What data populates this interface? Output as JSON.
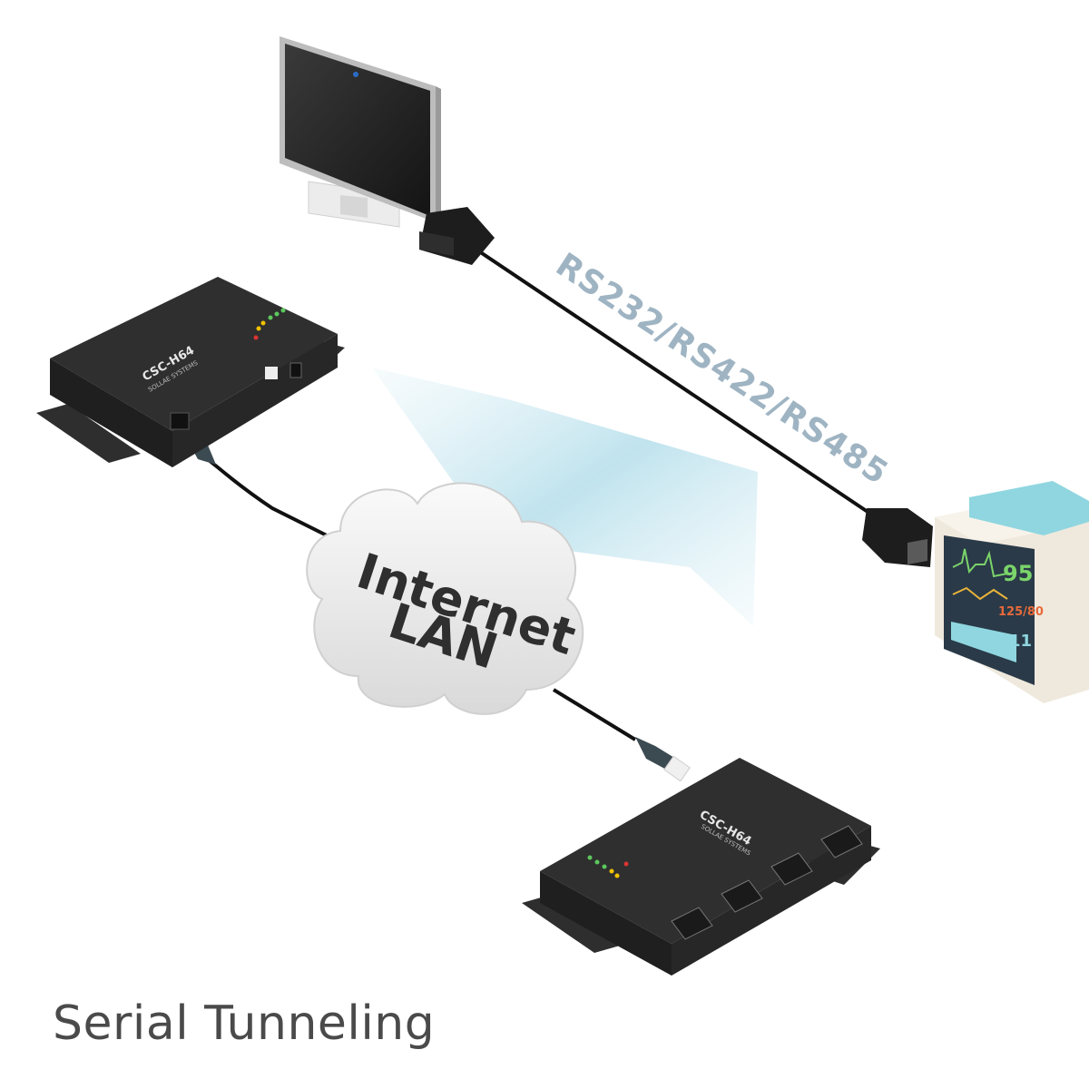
{
  "caption": "Serial Tunneling",
  "cloud": {
    "line1": "Internet",
    "line2": "LAN"
  },
  "cable_label": "RS232/RS422/RS485",
  "device_top": {
    "model": "CSC-H64",
    "brand": "SOLLAE SYSTEMS"
  },
  "device_bottom": {
    "model": "CSC-H64",
    "brand": "SOLLAE SYSTEMS"
  },
  "monitor_readings": {
    "heart_rate": "95",
    "blood_pressure": "125/80",
    "spo2": "11"
  },
  "colors": {
    "label": "#9fb4c3",
    "device_body": "#2b2b2b",
    "cloud_fill": "#f2f2f2",
    "signal_beam": "#bfe3ee",
    "monitor_accent": "#8fd6e0"
  }
}
